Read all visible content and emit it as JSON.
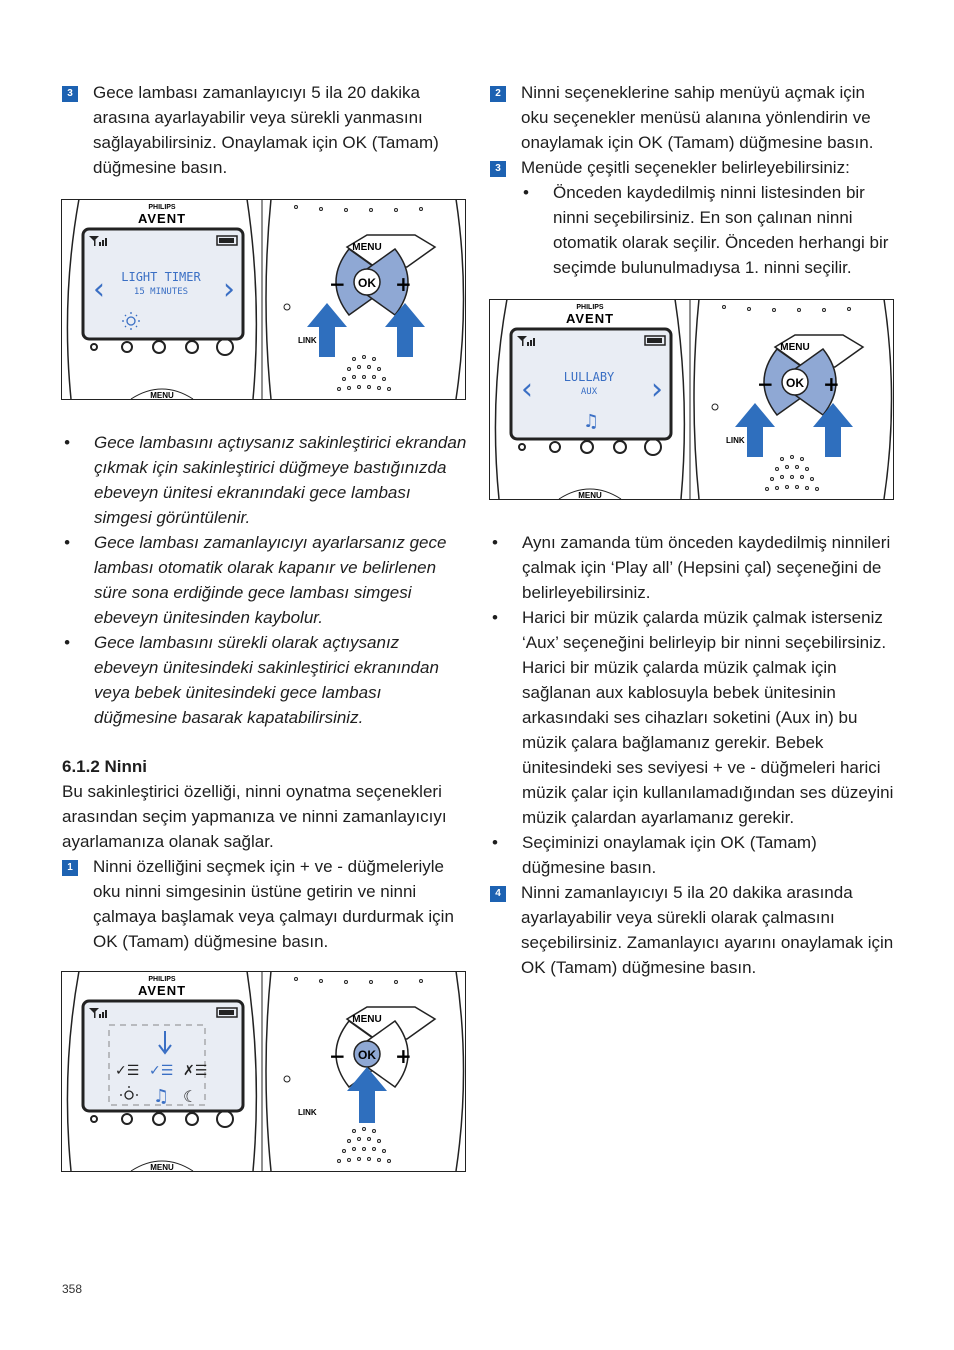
{
  "left": {
    "step3": {
      "num": "3",
      "text": "Gece lambası zamanlayıcıyı 5 ila 20 dakika arasına ayarlayabilir veya sürekli yanmasını sağlayabilirsiniz. Onaylamak için OK (Tamam) düğmesine basın."
    },
    "notes": [
      "Gece lambasını açtıysanız sakinleştirici ekrandan çıkmak için sakinleştirici düğmeye bastığınızda ebeveyn ünitesi ekranındaki gece lambası simgesi görüntülenir.",
      "Gece lambası zamanlayıcıyı ayarlarsanız gece lambası otomatik olarak kapanır ve belirlenen süre sona erdiğinde gece lambası simgesi ebeveyn ünitesinden kaybolur.",
      "Gece lambasını sürekli olarak açtıysanız ebeveyn ünitesindeki sakinleştirici ekranından veya bebek ünitesindeki gece lambası düğmesine basarak kapatabilirsiniz."
    ],
    "section_title": "6.1.2 Ninni",
    "section_intro": "Bu sakinleştirici özelliği, ninni oynatma seçenekleri arasından seçim yapmanıza ve ninni zamanlayıcıyı ayarlamanıza olanak sağlar.",
    "step1": {
      "num": "1",
      "text": "Ninni özelliğini seçmek için + ve - düğmeleriyle oku ninni simgesinin üstüne getirin ve ninni çalmaya başlamak veya çalmayı durdurmak için OK (Tamam) düğmesine basın."
    }
  },
  "right": {
    "step2": {
      "num": "2",
      "text": "Ninni seçeneklerine sahip menüyü açmak için oku seçenekler menüsü alanına yönlendirin ve onaylamak için OK (Tamam) düğmesine basın."
    },
    "step3": {
      "num": "3",
      "text": "Menüde çeşitli seçenekler belirleyebilirsiniz:",
      "bullets": [
        "Önceden kaydedilmiş ninni listesinden bir ninni seçebilirsiniz. En son çalınan ninni otomatik olarak seçilir. Önceden herhangi bir seçimde bulunulmadıysa 1. ninni seçilir."
      ]
    },
    "more_bullets": [
      "Aynı zamanda tüm önceden kaydedilmiş ninnileri çalmak için ‘Play all’ (Hepsini çal) seçeneğini de belirleyebilirsiniz.",
      "Harici bir müzik çalarda müzik çalmak isterseniz ‘Aux’ seçeneğini belirleyip bir ninni seçebilirsiniz. Harici bir müzik çalarda müzik çalmak için sağlanan aux kablosuyla bebek ünitesinin arkasındaki ses cihazları soketini (Aux in) bu müzik çalara bağlamanız gerekir. Bebek ünitesindeki ses seviyesi + ve - düğmeleri harici müzik çalar için kullanılamadığından ses düzeyini müzik çalardan ayarlamanız gerekir.",
      "Seçiminizi onaylamak için OK (Tamam) düğmesine basın."
    ],
    "step4": {
      "num": "4",
      "text": "Ninni zamanlayıcıyı 5 ila 20 dakika arasında ayarlayabilir veya sürekli olarak çalmasını seçebilirsiniz. Zamanlayıcı ayarını onaylamak için OK (Tamam) düğmesine basın."
    }
  },
  "device": {
    "brand_top": "PHILIPS",
    "brand": "AVENT",
    "menu": "MENU",
    "ok": "OK",
    "minus": "−",
    "plus": "+",
    "link": "LINK"
  },
  "figures": {
    "fig1": {
      "line1": "LIGHT TIMER",
      "line2": "15 MINUTES"
    },
    "fig2": {
      "line1": "LULLABY",
      "line2": "AUX"
    }
  },
  "colors": {
    "accent": "#1d62b2",
    "lcd": "#e9edf4",
    "lcd_text": "#3a6fc4",
    "arrow": "#2f6fbe"
  },
  "page_number": "358"
}
